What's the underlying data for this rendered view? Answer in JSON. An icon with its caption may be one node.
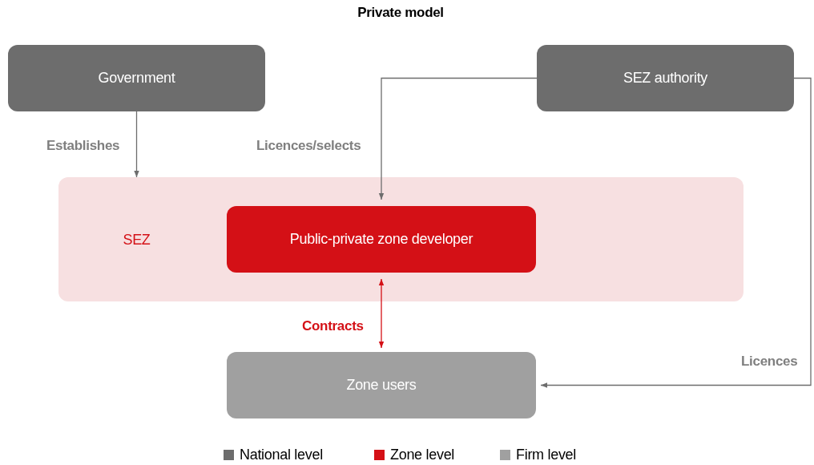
{
  "diagram": {
    "title": "Private model",
    "nodes": [
      {
        "text": [
          "Government"
        ]
      },
      {
        "text": [
          "SEZ authority"
        ]
      },
      {
        "text": [
          "SEZ"
        ]
      },
      {
        "text": [
          "Public-private zone developer"
        ],
        "in": 2
      },
      {
        "text": [
          "Zone users"
        ]
      }
    ],
    "edges": [
      {
        "from": 0,
        "to": 2,
        "arrow": "to",
        "label": "Establishes"
      },
      {
        "from": 1,
        "to": 3,
        "arrow": "to",
        "label": "Licences/selects"
      },
      {
        "from": 3,
        "to": 4,
        "arrow": "both",
        "label": "Contracts",
        "color": "#d41016"
      },
      {
        "from": 1,
        "to": 4,
        "arrow": "to",
        "label": "Licences"
      }
    ],
    "legend": [
      {
        "text": "National level",
        "color": "#6d6d6d"
      },
      {
        "text": "Zone level",
        "color": "#d41016"
      },
      {
        "text": "Firm level",
        "color": "#a0a0a0"
      }
    ]
  }
}
